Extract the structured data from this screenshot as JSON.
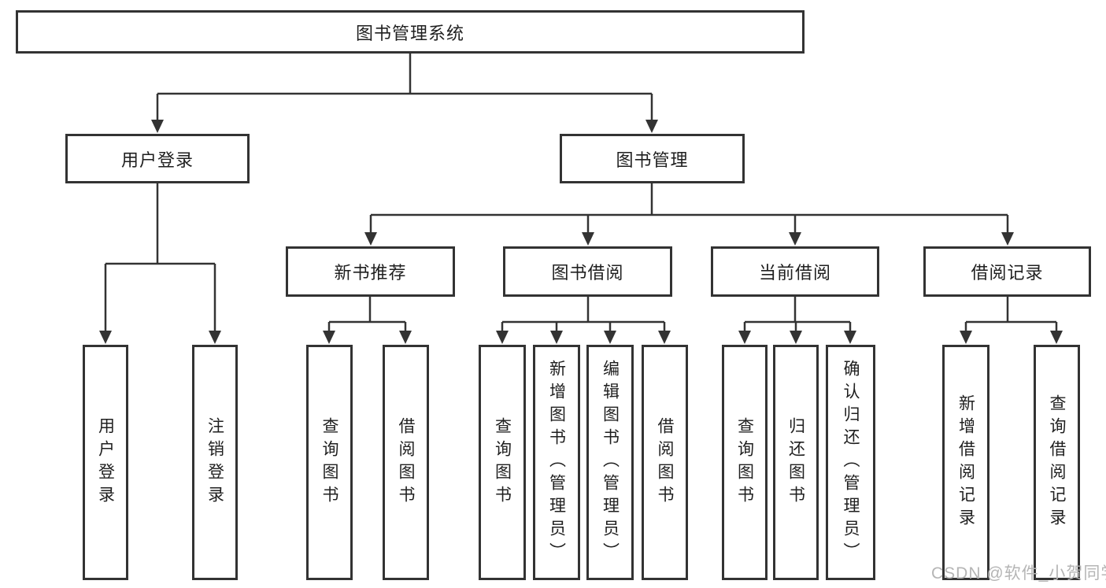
{
  "diagram": {
    "root": {
      "label": "图书管理系统",
      "children": [
        {
          "label": "用户登录",
          "children": [
            {
              "label": "用户登录"
            },
            {
              "label": "注销登录"
            }
          ]
        },
        {
          "label": "图书管理",
          "children": [
            {
              "label": "新书推荐",
              "children": [
                {
                  "label": "查询图书"
                },
                {
                  "label": "借阅图书"
                }
              ]
            },
            {
              "label": "图书借阅",
              "children": [
                {
                  "label": "查询图书"
                },
                {
                  "label": "新增图书（管理员）"
                },
                {
                  "label": "编辑图书（管理员）"
                },
                {
                  "label": "借阅图书"
                }
              ]
            },
            {
              "label": "当前借阅",
              "children": [
                {
                  "label": "查询图书"
                },
                {
                  "label": "归还图书"
                },
                {
                  "label": "确认归还（管理员）"
                }
              ]
            },
            {
              "label": "借阅记录",
              "children": [
                {
                  "label": "新增借阅记录"
                },
                {
                  "label": "查询借阅记录"
                }
              ]
            }
          ]
        }
      ]
    },
    "watermark": "CSDN @软件_小贺同学",
    "colors": {
      "line": "#333333",
      "text": "#1f1f1f",
      "watermark": "#b5b5b5",
      "background": "#ffffff"
    }
  }
}
